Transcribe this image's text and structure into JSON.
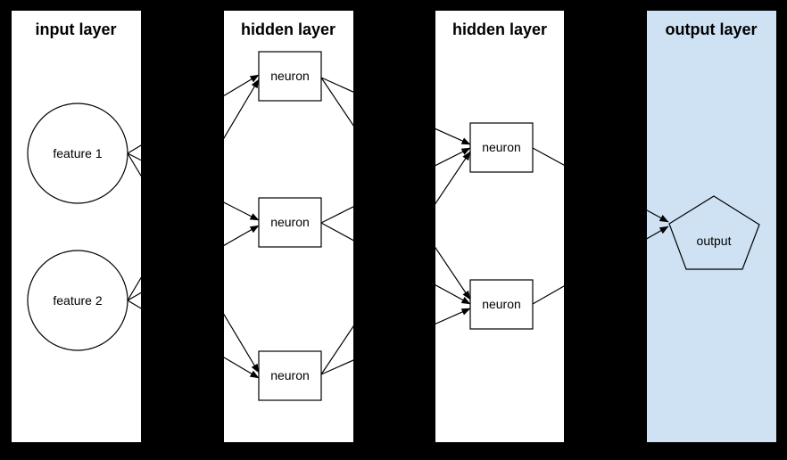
{
  "diagram": {
    "type": "neural-network-diagram",
    "colors": {
      "background": "#000000",
      "panel_fill": "#ffffff",
      "accent_panel_fill": "#cfe2f3",
      "stroke": "#000000"
    },
    "panels": [
      {
        "id": "input",
        "title": "input layer"
      },
      {
        "id": "hidden1",
        "title": "hidden layer"
      },
      {
        "id": "hidden2",
        "title": "hidden layer"
      },
      {
        "id": "output",
        "title": "output layer"
      }
    ],
    "nodes": [
      {
        "id": "feature1",
        "label": "feature 1",
        "shape": "circle",
        "panel": "input"
      },
      {
        "id": "feature2",
        "label": "feature 2",
        "shape": "circle",
        "panel": "input"
      },
      {
        "id": "h1n1",
        "label": "neuron",
        "shape": "rect",
        "panel": "hidden1"
      },
      {
        "id": "h1n2",
        "label": "neuron",
        "shape": "rect",
        "panel": "hidden1"
      },
      {
        "id": "h1n3",
        "label": "neuron",
        "shape": "rect",
        "panel": "hidden1"
      },
      {
        "id": "h2n1",
        "label": "neuron",
        "shape": "rect",
        "panel": "hidden2"
      },
      {
        "id": "h2n2",
        "label": "neuron",
        "shape": "rect",
        "panel": "hidden2"
      },
      {
        "id": "out",
        "label": "output",
        "shape": "pentagon",
        "panel": "output"
      }
    ],
    "edges": [
      {
        "from": "feature1",
        "to": "h1n1"
      },
      {
        "from": "feature1",
        "to": "h1n2"
      },
      {
        "from": "feature1",
        "to": "h1n3"
      },
      {
        "from": "feature2",
        "to": "h1n1"
      },
      {
        "from": "feature2",
        "to": "h1n2"
      },
      {
        "from": "feature2",
        "to": "h1n3"
      },
      {
        "from": "h1n1",
        "to": "h2n1"
      },
      {
        "from": "h1n1",
        "to": "h2n2"
      },
      {
        "from": "h1n2",
        "to": "h2n1"
      },
      {
        "from": "h1n2",
        "to": "h2n2"
      },
      {
        "from": "h1n3",
        "to": "h2n1"
      },
      {
        "from": "h1n3",
        "to": "h2n2"
      },
      {
        "from": "h2n1",
        "to": "out"
      },
      {
        "from": "h2n2",
        "to": "out"
      }
    ]
  }
}
